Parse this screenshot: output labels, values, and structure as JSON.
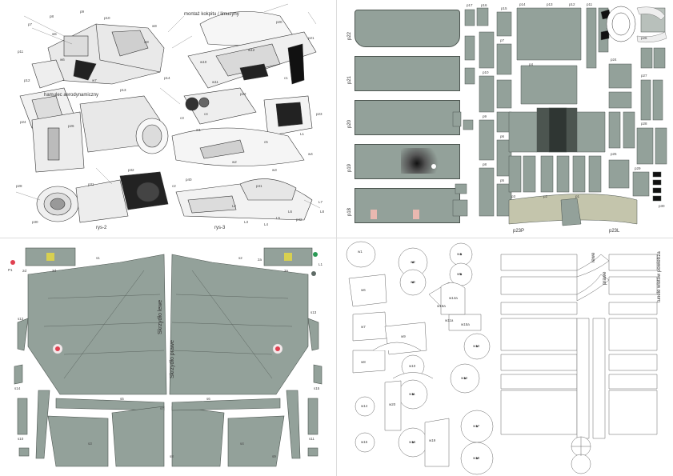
{
  "sheet_top_left": {
    "diagrams": [
      {
        "label": "rys-2"
      },
      {
        "label": "rys-3"
      },
      {
        "label": "montaż kokpitu / limuzyny"
      },
      {
        "label": "hamulec aerodynamiczny"
      }
    ],
    "part_labels": [
      "p7",
      "p8",
      "p9",
      "p10",
      "p11",
      "p12",
      "p13",
      "p14",
      "p20",
      "p21",
      "p22",
      "p23",
      "p24",
      "p26",
      "p28",
      "p30",
      "p31",
      "p32",
      "p40",
      "p41",
      "p42",
      "w1",
      "w2",
      "w3",
      "w4",
      "w5",
      "w6",
      "w7",
      "w8",
      "w9",
      "w10",
      "w11",
      "w12",
      "c1",
      "c2",
      "c3",
      "c4",
      "c5",
      "L1",
      "L2",
      "L3",
      "L4",
      "L5",
      "L6",
      "L7",
      "L8"
    ]
  },
  "sheet_top_right": {
    "panels": [
      {
        "label": "p22"
      },
      {
        "label": "p21"
      },
      {
        "label": "p20"
      },
      {
        "label": "p19"
      },
      {
        "label": "p18"
      },
      {
        "label": "p23P"
      },
      {
        "label": "p23L"
      }
    ],
    "small_labels": [
      "p17",
      "p16",
      "p15",
      "p14",
      "p13",
      "p12",
      "p11",
      "p10",
      "p9",
      "p8",
      "p7",
      "p6",
      "p5",
      "p4",
      "p3",
      "p2",
      "p1",
      "p24",
      "p25",
      "p26",
      "p27",
      "p28",
      "p29",
      "p30"
    ]
  },
  "sheet_bottom_left": {
    "wing_labels": [
      {
        "label": "Skrzydło lewe"
      },
      {
        "label": "Skrzydło prawe"
      }
    ],
    "part_labels": [
      "s1",
      "s2",
      "s3",
      "s4",
      "s5",
      "s6",
      "s7",
      "s8",
      "s9",
      "s10",
      "s11",
      "s12",
      "s13",
      "s14",
      "s15",
      "2d",
      "3d",
      "3a",
      "2a",
      "P1",
      "L1"
    ]
  },
  "sheet_bottom_right": {
    "headings": [
      {
        "label": "tunele wlotów powietrza"
      },
      {
        "label": "lewe"
      },
      {
        "label": "prawe"
      }
    ],
    "part_labels": [
      "w1",
      "w2",
      "w3",
      "w4",
      "w5",
      "w6",
      "w7",
      "w8",
      "w9",
      "w10",
      "w11",
      "w12",
      "w13",
      "w14",
      "w15",
      "w16",
      "w17",
      "w18",
      "w19",
      "w20",
      "w11a",
      "w14a",
      "w15a",
      "w16a"
    ]
  },
  "colors": {
    "panel_grey": "#93a19a",
    "panel_dark": "#5f6b66",
    "panel_light": "#b8c0bb",
    "outline": "#4c5550",
    "roundel_red": "#e04050",
    "roundel_white": "#f4e8ea",
    "accent_yellow": "#d8d050",
    "green_mark": "#2a9a55"
  }
}
